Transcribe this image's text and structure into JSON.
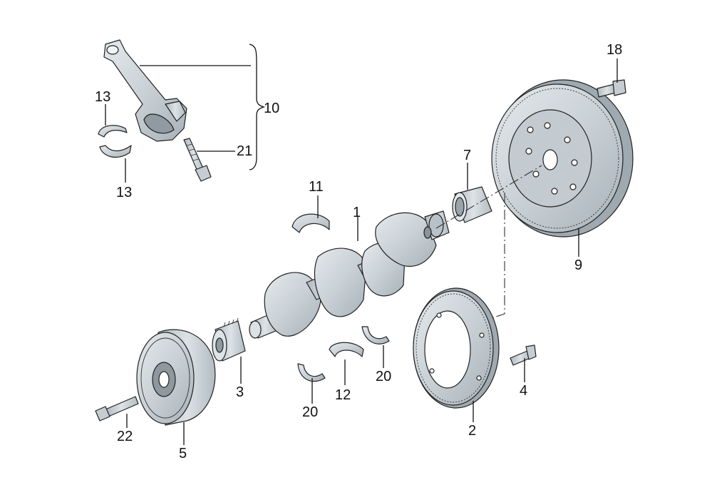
{
  "callouts": {
    "c1": "1",
    "c2": "2",
    "c3": "3",
    "c4": "4",
    "c5": "5",
    "c7": "7",
    "c9": "9",
    "c10": "10",
    "c11": "11",
    "c12": "12",
    "c13a": "13",
    "c13b": "13",
    "c18": "18",
    "c20a": "20",
    "c20b": "20",
    "c21": "21",
    "c22": "22"
  },
  "colors": {
    "part_fill": "#cbd3d8",
    "part_shadow": "#a9b3ba",
    "part_light": "#e3e8eb",
    "line": "#222222"
  }
}
